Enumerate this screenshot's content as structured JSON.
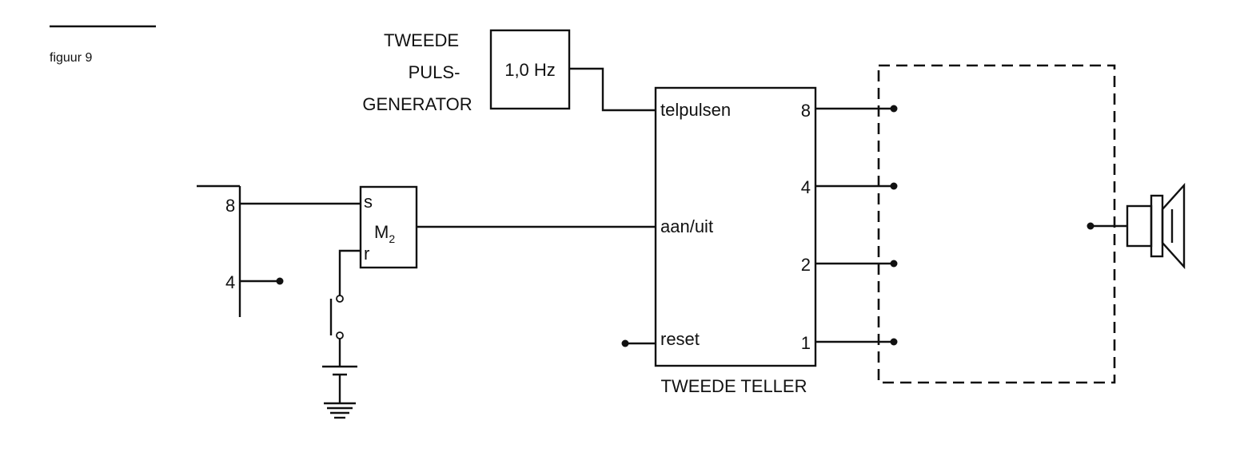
{
  "figure": {
    "caption": "figuur 9"
  },
  "pulse_generator": {
    "title_lines": [
      "TWEEDE",
      "PULS-",
      "GENERATOR"
    ],
    "frequency": "1,0 Hz"
  },
  "left_counter": {
    "output_8": "8",
    "output_4": "4"
  },
  "memory": {
    "set": "s",
    "reset": "r",
    "name": "M",
    "subscript": "2"
  },
  "counter": {
    "title": "TWEEDE TELLER",
    "input_pulses": "telpulsen",
    "input_enable": "aan/uit",
    "input_reset": "reset",
    "outputs": [
      "8",
      "4",
      "2",
      "1"
    ]
  },
  "colors": {
    "ink": "#111111",
    "background": "#ffffff"
  },
  "icons": {
    "speaker": "speaker-icon",
    "switch": "push-switch-icon",
    "ground": "ground-icon"
  }
}
